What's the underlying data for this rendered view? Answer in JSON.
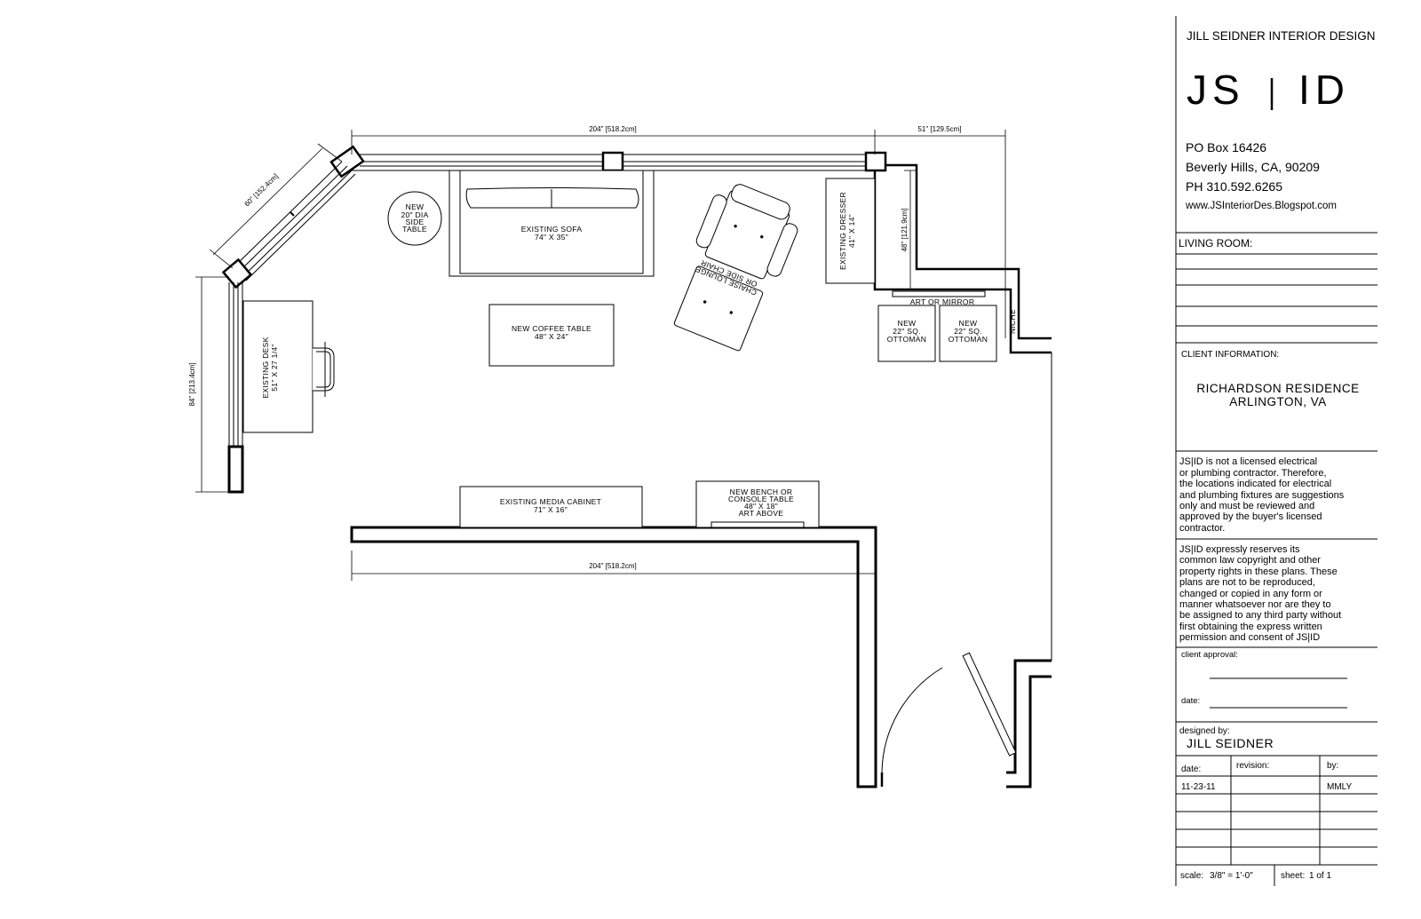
{
  "title_block": {
    "company": "JILL SEIDNER INTERIOR DESIGN",
    "logo": "JS | ID",
    "address_1": "PO Box 16426",
    "address_2": "Beverly Hills, CA, 90209",
    "phone": "PH 310.592.6265",
    "website": "www.JSInteriorDes.Blogspot.com",
    "room_heading": "LIVING ROOM:",
    "client_heading": "CLIENT INFORMATION:",
    "client_name": "RICHARDSON RESIDENCE",
    "client_city": "ARLINGTON, VA",
    "disclaimer_1": [
      "JS|ID is not a licensed electrical",
      "or plumbing contractor. Therefore,",
      "the locations indicated for electrical",
      "and plumbing fixtures are suggestions",
      "only and must be reviewed and",
      "approved by the buyer's licensed",
      "contractor."
    ],
    "disclaimer_2": [
      "JS|ID expressly reserves its",
      "common law copyright and other",
      "property rights in these plans. These",
      "plans are not to be reproduced,",
      "changed or copied in any form or",
      "manner whatsoever nor are they to",
      "be assigned to any third party without",
      "first obtaining the express written",
      "permission and consent of JS|ID"
    ],
    "client_approval_label": "client approval:",
    "date_label": "date:",
    "designed_by_label": "designed by:",
    "designer": "JILL SEIDNER",
    "rev_date_label": "date:",
    "revision_label": "revision:",
    "by_label": "by:",
    "rev_date": "11-23-11",
    "rev_by": "MMLY",
    "scale_label": "scale:",
    "scale_value": "3/8\" = 1'-0\"",
    "sheet_label": "sheet:",
    "sheet_value": "1 of 1"
  },
  "dimensions": {
    "top_width": "204\" [518.2cm]",
    "top_right": "51\" [129.5cm]",
    "bay_diagonal": "60\" [152.4cm]",
    "left_height": "84\" [213.4cm]",
    "right_height": "48\" [121.9cm]",
    "bottom_width": "204\" [518.2cm]"
  },
  "furniture": {
    "side_table": [
      "NEW",
      "20\" DIA",
      "SIDE",
      "TABLE"
    ],
    "sofa": [
      "EXISTING SOFA",
      "74\" X 35\""
    ],
    "coffee_table": [
      "NEW COFFEE TABLE",
      "48\" X 24\""
    ],
    "chaise": [
      "CHAISE LOUNGE",
      "OR SIDE CHAIR"
    ],
    "dresser": [
      "EXISTING DRESSER",
      "41\" X 14\""
    ],
    "art_mirror": "ART OR MIRROR",
    "ottoman_1": [
      "NEW",
      "22\" SQ.",
      "OTTOMAN"
    ],
    "ottoman_2": [
      "NEW",
      "22\" SQ.",
      "OTTOMAN"
    ],
    "niche": "NICHE",
    "desk": [
      "EXISTING DESK",
      "51\" X 27 1/4\""
    ],
    "media_cabinet": [
      "EXISTING MEDIA CABINET",
      "71\" X 16\""
    ],
    "bench": [
      "NEW BENCH OR",
      "CONSOLE TABLE",
      "48\" X 18\"",
      "ART ABOVE"
    ]
  }
}
